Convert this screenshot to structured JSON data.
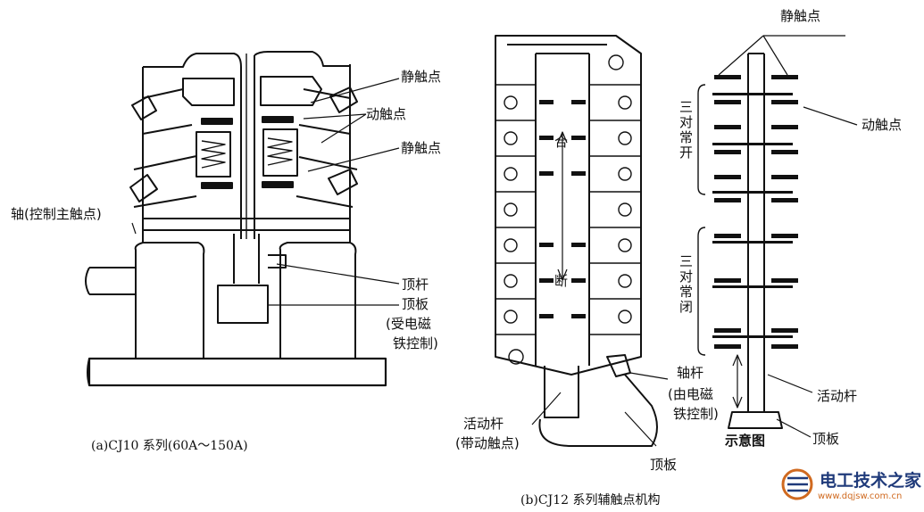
{
  "diagram_a": {
    "labels": {
      "static_contact_top": "静触点",
      "moving_contact": "动触点",
      "static_contact_bottom": "静触点",
      "shaft": "轴(控制主触点)",
      "push_rod": "顶杆",
      "top_plate": "顶板",
      "controlled_1": "(受电磁",
      "controlled_2": "铁控制)"
    },
    "caption": "(a)CJ10 系列(60A～150A)"
  },
  "diagram_b": {
    "labels": {
      "close": "合",
      "open": "断",
      "shaft_rod": "轴杆",
      "by_magnet_1": "(由电磁",
      "by_magnet_2": "铁控制)",
      "movable_rod_1": "活动杆",
      "movable_rod_2": "(带动触点)",
      "top_plate": "顶板"
    },
    "schematic": {
      "static_contact": "静触点",
      "moving_contact": "动触点",
      "three_no": "三对常开",
      "three_nc": "三对常闭",
      "movable_rod": "活动杆",
      "top_plate": "顶板",
      "title": "示意图"
    },
    "caption": "(b)CJ12 系列辅触点机构"
  },
  "watermark": {
    "title": "电工技术之家",
    "url": "www.dqjsw.com.cn"
  }
}
